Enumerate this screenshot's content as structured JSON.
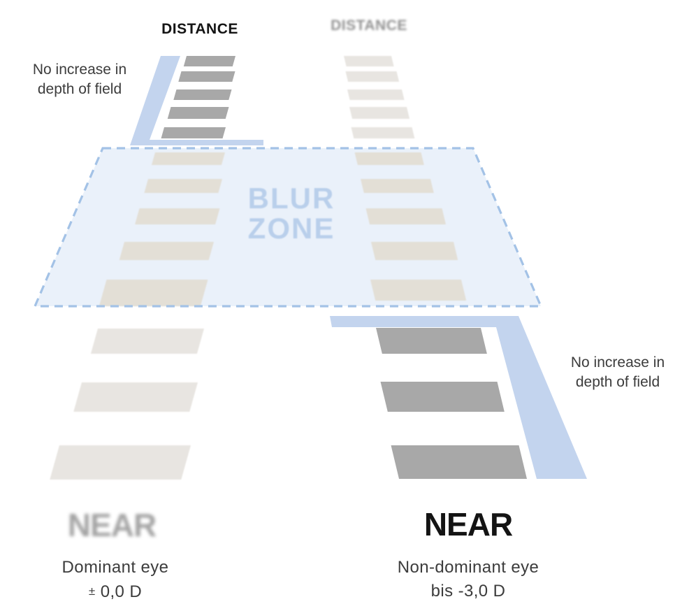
{
  "colors": {
    "accent_blue": "#c3d4ee",
    "zone_fill": "#eaf1fa",
    "zone_border": "#a3c2e6",
    "zone_text": "#b9cfeb",
    "dark_rung": "#a8a8a8",
    "light_rung": "#e8e5e1",
    "zone_rung": "#e3dfd6",
    "text_dark": "#3c3c3c",
    "text_black": "#141414",
    "blurred_text": "#919191"
  },
  "left_column": {
    "distance_label": "DISTANCE",
    "annotation": {
      "line1": "No increase in",
      "line2": "depth of field"
    },
    "near_label": "NEAR",
    "caption": {
      "line1": "Dominant eye",
      "pm_symbol": "±",
      "line2_value": "0,0 D"
    }
  },
  "right_column": {
    "distance_label": "DISTANCE",
    "annotation": {
      "line1": "No increase in",
      "line2": "depth of field"
    },
    "near_label": "NEAR",
    "caption": {
      "line1": "Non-dominant eye",
      "line2": "bis -3,0 D"
    }
  },
  "blur_zone": {
    "line1": "BLUR",
    "line2": "ZONE"
  }
}
